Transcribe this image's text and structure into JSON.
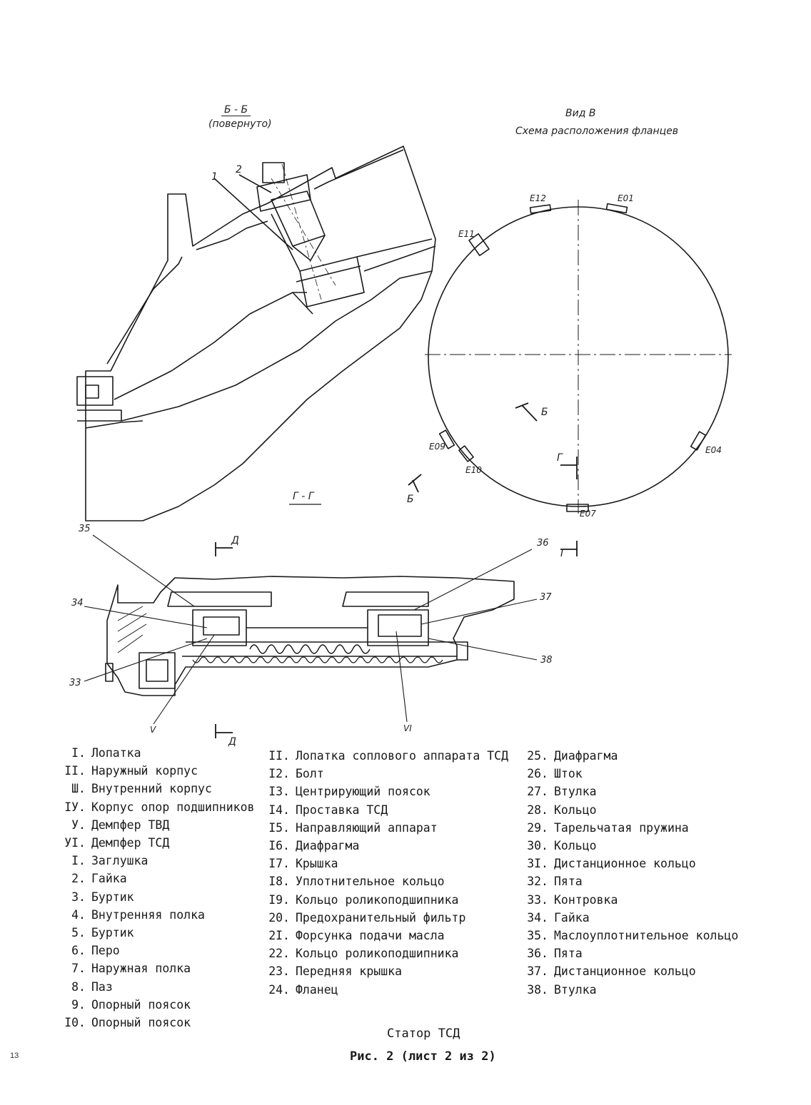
{
  "section_bb": {
    "title": "Б - Б",
    "subtitle": "(повернуто)",
    "callouts": [
      "1",
      "2"
    ]
  },
  "view_b": {
    "title": "Вид В",
    "subtitle": "Схема расположения фланцев",
    "flanges": [
      "E12",
      "E01",
      "E11",
      "E09",
      "E10",
      "E04",
      "E07"
    ],
    "section_marks": [
      "Б",
      "Б",
      "Г",
      "Г"
    ]
  },
  "section_gg": {
    "title": "Г - Г",
    "arrow_labels": [
      "Д",
      "Д"
    ],
    "callouts": [
      "35",
      "36",
      "34",
      "37",
      "33",
      "38",
      "V",
      "VI"
    ]
  },
  "legend": {
    "col1": [
      {
        "n": "I.",
        "t": "Лопатка"
      },
      {
        "n": "II.",
        "t": "Наружный корпус"
      },
      {
        "n": "Ш.",
        "t": "Внутренний корпус"
      },
      {
        "n": "IУ.",
        "t": "Корпус опор подшипников"
      },
      {
        "n": "У.",
        "t": "Демпфер ТВД"
      },
      {
        "n": "УI.",
        "t": "Демпфер ТСД"
      },
      {
        "n": "I.",
        "t": "Заглушка"
      },
      {
        "n": "2.",
        "t": "Гайка"
      },
      {
        "n": "3.",
        "t": "Буртик"
      },
      {
        "n": "4.",
        "t": "Внутренняя полка"
      },
      {
        "n": "5.",
        "t": "Буртик"
      },
      {
        "n": "6.",
        "t": "Перо"
      },
      {
        "n": "7.",
        "t": "Наружная полка"
      },
      {
        "n": "8.",
        "t": "Паз"
      },
      {
        "n": "9.",
        "t": "Опорный поясок"
      },
      {
        "n": "I0.",
        "t": "Опорный поясок"
      }
    ],
    "col2": [
      {
        "n": "II.",
        "t": "Лопатка соплового аппарата ТСД"
      },
      {
        "n": "I2.",
        "t": "Болт"
      },
      {
        "n": "I3.",
        "t": "Центрирующий поясок"
      },
      {
        "n": "I4.",
        "t": "Проставка ТСД"
      },
      {
        "n": "I5.",
        "t": "Направляющий аппарат"
      },
      {
        "n": "I6.",
        "t": "Диафрагма"
      },
      {
        "n": "I7.",
        "t": "Крышка"
      },
      {
        "n": "I8.",
        "t": "Уплотнительное кольцо"
      },
      {
        "n": "I9.",
        "t": "Кольцо роликоподшипника"
      },
      {
        "n": "20.",
        "t": "Предохранительный фильтр"
      },
      {
        "n": "2I.",
        "t": "Форсунка подачи масла"
      },
      {
        "n": "22.",
        "t": "Кольцо роликоподшипника"
      },
      {
        "n": "23.",
        "t": "Передняя крышка"
      },
      {
        "n": "24.",
        "t": "Фланец"
      }
    ],
    "col3": [
      {
        "n": "25.",
        "t": "Диафрагма"
      },
      {
        "n": "26.",
        "t": "Шток"
      },
      {
        "n": "27.",
        "t": "Втулка"
      },
      {
        "n": "28.",
        "t": "Кольцо"
      },
      {
        "n": "29.",
        "t": "Тарельчатая пружина"
      },
      {
        "n": "30.",
        "t": "Кольцо"
      },
      {
        "n": "3I.",
        "t": "Дистанционное кольцо"
      },
      {
        "n": "32.",
        "t": "Пята"
      },
      {
        "n": "33.",
        "t": "Контровка"
      },
      {
        "n": "34.",
        "t": "Гайка"
      },
      {
        "n": "35.",
        "t": "Маслоуплотнительное кольцо"
      },
      {
        "n": "36.",
        "t": "Пята"
      },
      {
        "n": "37.",
        "t": "Дистанционное кольцо"
      },
      {
        "n": "38.",
        "t": "Втулка"
      }
    ]
  },
  "caption": "Статор ТСД",
  "figure": "Рис. 2 (лист 2 из 2)",
  "page_number": "13"
}
